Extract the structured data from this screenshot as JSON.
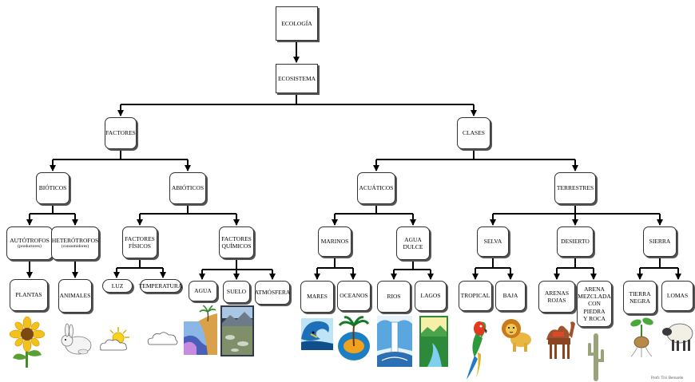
{
  "root": "ECOLOGÍA",
  "level1": "ECOSISTEMA",
  "factores": "FACTORES",
  "clases": "CLASES",
  "bioticos": "BIÓTICOS",
  "abioticos": "ABIÓTICOS",
  "acuaticos": "ACUÁTICOS",
  "terrestres": "TERRESTRES",
  "autotrofos": "AUTÓTROFOS",
  "autotrofos_sub": "(productores)",
  "heterotrofos": "HETERÓTROFOS",
  "heterotrofos_sub": "(consumidores)",
  "factores_fisicos": "FACTORES\nFÍSICOS",
  "factores_quimicos": "FACTORES\nQUÍMICOS",
  "marinos": "MARINOS",
  "agua_dulce": "AGUA\nDULCE",
  "selva": "SELVA",
  "desierto": "DESIERTO",
  "sierra": "SIERRA",
  "plantas": "PLANTAS",
  "animales": "ANIMALES",
  "luz": "LUZ",
  "temperatura": "TEMPERATURA",
  "agua": "AGUA",
  "suelo": "SUELO",
  "atmosfera": "ATMÓSFERA",
  "mares": "MARES",
  "oceanos": "OCEANOS",
  "rios": "RIOS",
  "lagos": "LAGOS",
  "tropical": "TROPICAL",
  "baja": "BAJA",
  "arenas_rojas": "ARENAS\nROJAS",
  "arena_mezclada": "ARENA\nMEZCLADA\nCON PIEDRA\nY ROCA",
  "tierra_negra": "TIERRA\nNEGRA",
  "lomas": "LOMAS",
  "icons": [
    "sunflower-icon",
    "rabbit-icon",
    "sun-cloud-icon",
    "cloud-icon",
    "palm-coast-icon",
    "landscape-icon",
    "wave-icon",
    "island-icon",
    "waterfall-icon",
    "lake-icon",
    "parrot-icon",
    "lion-icon",
    "camel-icon",
    "cactus-icon",
    "sprout-icon",
    "sheep-icon"
  ],
  "credit": "Profr. Tivi Bernardo"
}
